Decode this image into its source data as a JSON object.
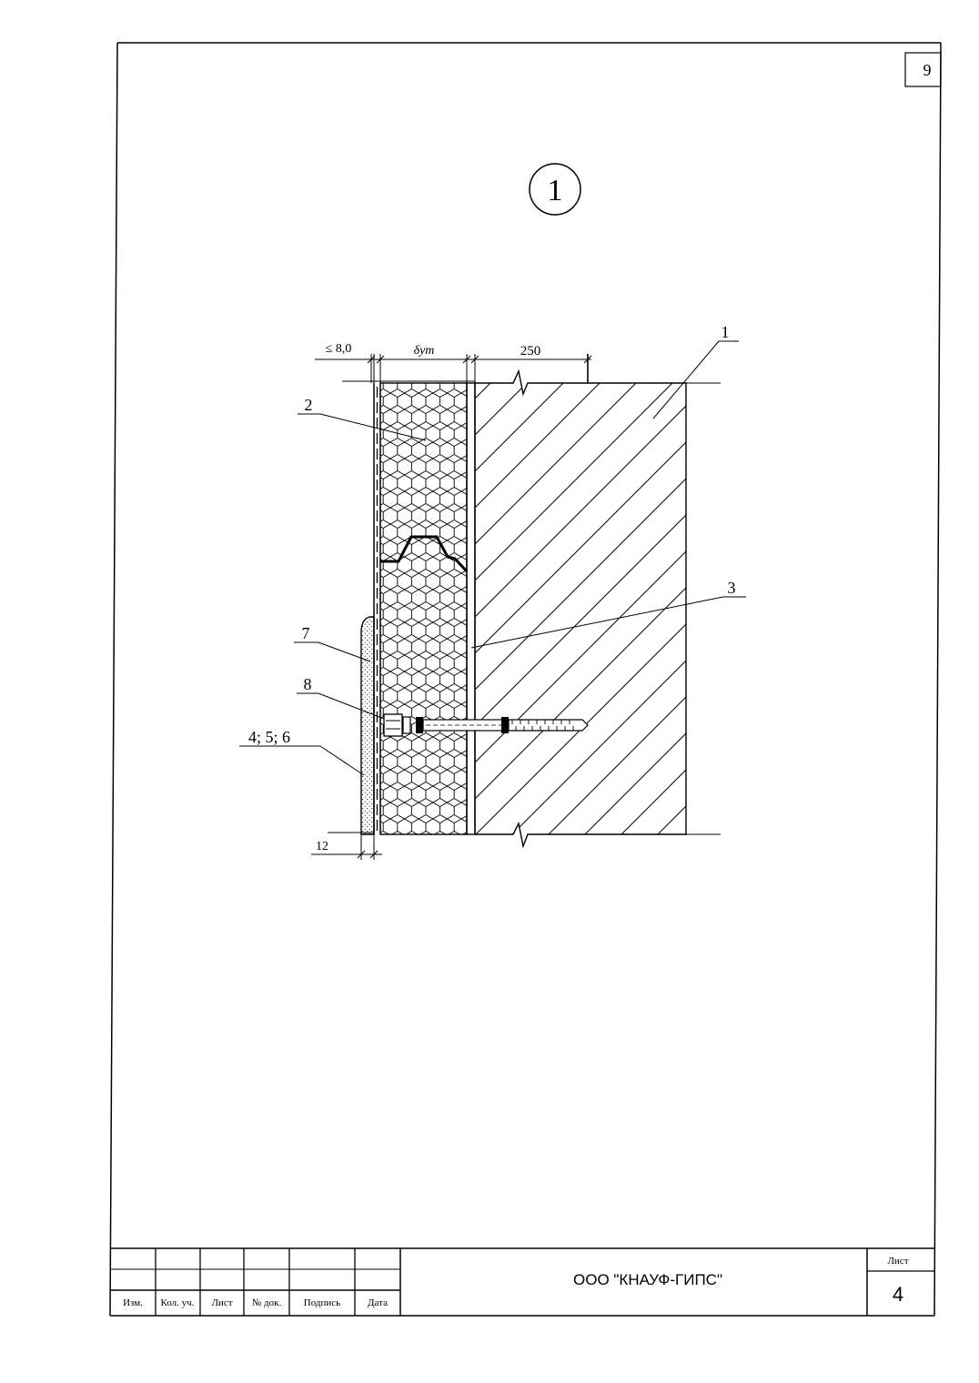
{
  "sheet": {
    "corner_number": "9",
    "view_marker": "1",
    "company": "ООО \"КНАУФ-ГИПС\"",
    "sheet_label": "Лист",
    "sheet_number": "4"
  },
  "title_block": {
    "headers": [
      "Изм.",
      "Кол. уч.",
      "Лист",
      "№ док.",
      "Подпись",
      "Дата"
    ]
  },
  "dimensions": {
    "finish_thickness": "≤ 8,0",
    "insulation_thickness": "δут",
    "wall_thickness": "250",
    "board_thickness": "12"
  },
  "callouts": {
    "wall": "1",
    "insulation": "2",
    "adhesive": "3",
    "finish_layers": "4; 5; 6",
    "corner_profile": "7",
    "dowel": "8"
  }
}
